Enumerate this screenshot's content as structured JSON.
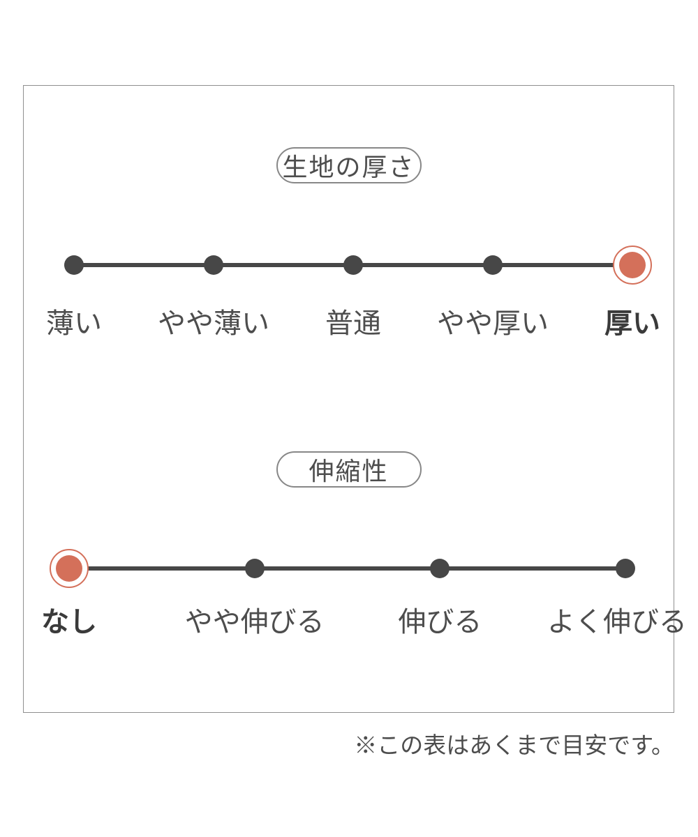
{
  "colors": {
    "accent": "#d4705a",
    "ink": "#474747",
    "text": "#4d4d4d",
    "frame": "#8f8f8f",
    "pill": "#878787"
  },
  "note": {
    "text": "※この表はあくまで目安です。"
  },
  "chart_data": [
    {
      "type": "rating-scale",
      "title": "生地の厚さ",
      "categories": [
        "薄い",
        "やや薄い",
        "普通",
        "やや厚い",
        "厚い"
      ],
      "selected_index": 4,
      "selected_label": "厚い",
      "marker_color": "#d4705a",
      "dot_color": "#474747"
    },
    {
      "type": "rating-scale",
      "title": "伸縮性",
      "categories": [
        "なし",
        "やや伸びる",
        "伸びる",
        "よく伸びる"
      ],
      "selected_index": 0,
      "selected_label": "なし",
      "marker_color": "#d4705a",
      "dot_color": "#474747"
    }
  ]
}
